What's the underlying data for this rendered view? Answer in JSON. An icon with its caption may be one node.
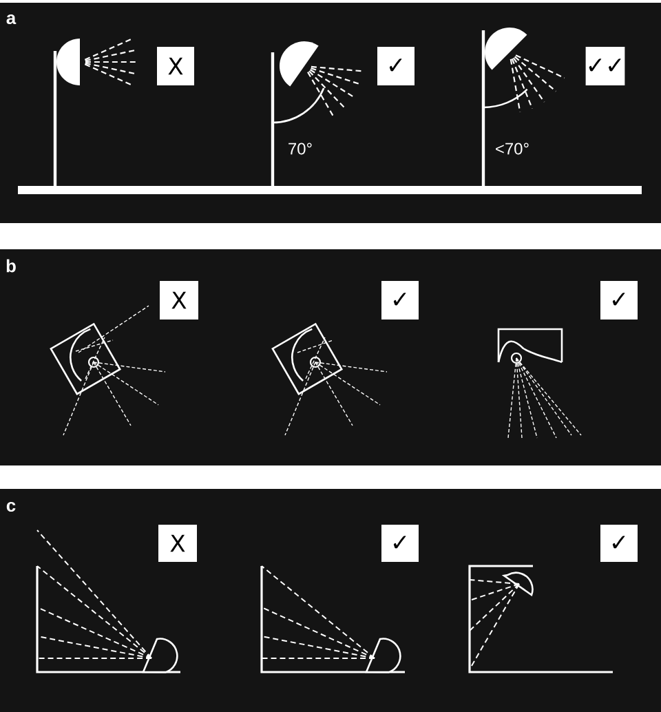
{
  "diagram": {
    "nodes": [
      {
        "text": [
          "X"
        ]
      },
      {
        "text": [
          "✓"
        ]
      },
      {
        "text": [
          "✓✓"
        ]
      },
      {
        "text": [
          "X"
        ]
      },
      {
        "text": [
          "✓"
        ]
      },
      {
        "text": [
          "✓"
        ]
      },
      {
        "text": [
          "X"
        ]
      },
      {
        "text": [
          "✓"
        ]
      },
      {
        "text": [
          "✓"
        ]
      }
    ],
    "labels": [
      "a",
      "70°",
      "<70°",
      "b",
      "c"
    ]
  }
}
